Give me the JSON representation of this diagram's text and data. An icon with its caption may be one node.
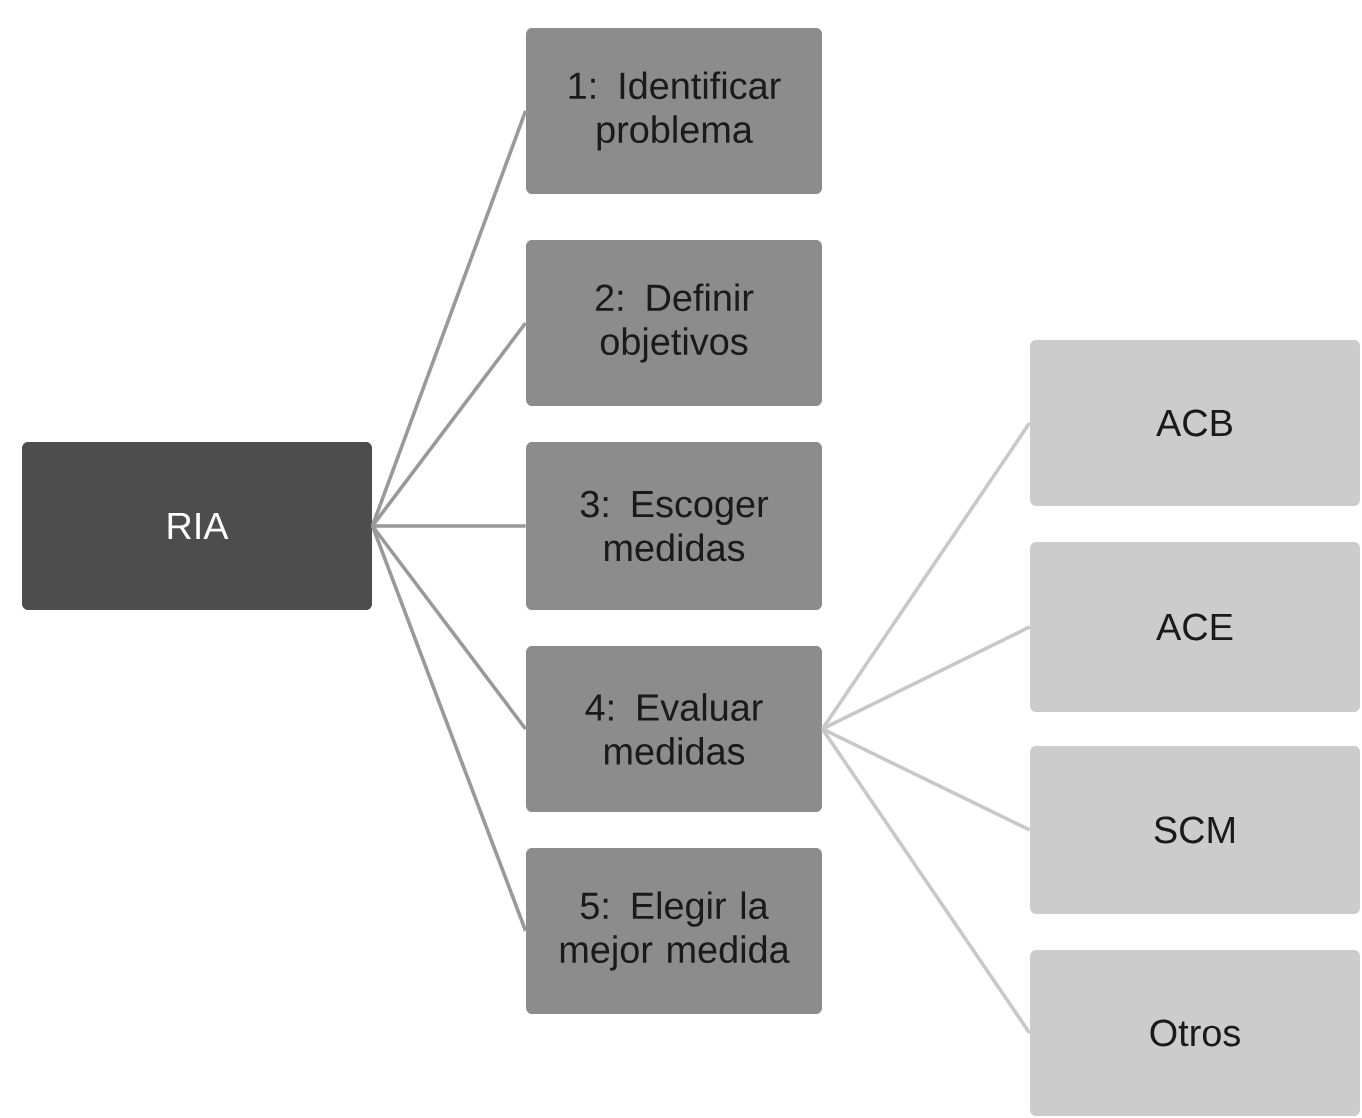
{
  "diagram": {
    "nodes": [
      {
        "text": [
          "RIA"
        ]
      },
      {
        "text": [
          "1: Identificar problema"
        ]
      },
      {
        "text": [
          "2: Definir objetivos"
        ]
      },
      {
        "text": [
          "3: Escoger medidas"
        ]
      },
      {
        "text": [
          "4: Evaluar medidas"
        ]
      },
      {
        "text": [
          "5: Elegir la mejor medida"
        ]
      },
      {
        "text": [
          "ACB"
        ]
      },
      {
        "text": [
          "ACE"
        ]
      },
      {
        "text": [
          "SCM"
        ]
      },
      {
        "text": [
          "Otros"
        ]
      }
    ],
    "edges": [
      {
        "from": 0,
        "to": 1,
        "arrow": "none"
      },
      {
        "from": 0,
        "to": 2,
        "arrow": "none"
      },
      {
        "from": 0,
        "to": 3,
        "arrow": "none"
      },
      {
        "from": 0,
        "to": 4,
        "arrow": "none"
      },
      {
        "from": 0,
        "to": 5,
        "arrow": "none"
      },
      {
        "from": 4,
        "to": 6,
        "arrow": "none",
        "color": "#c8c8c8"
      },
      {
        "from": 4,
        "to": 7,
        "arrow": "none",
        "color": "#c8c8c8"
      },
      {
        "from": 4,
        "to": 8,
        "arrow": "none",
        "color": "#c8c8c8"
      },
      {
        "from": 4,
        "to": 9,
        "arrow": "none",
        "color": "#c8c8c8"
      }
    ]
  }
}
